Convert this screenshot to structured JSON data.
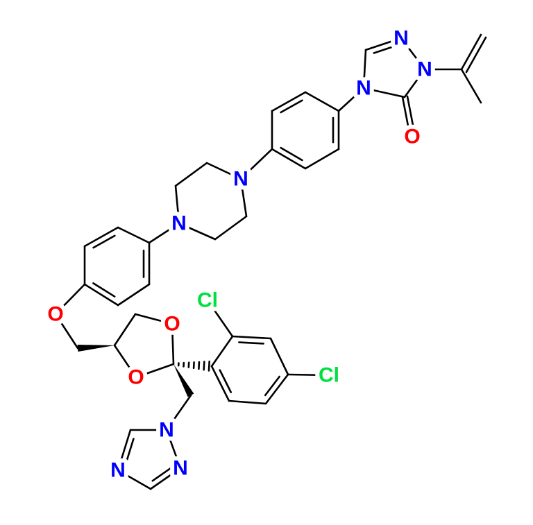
{
  "molecule": {
    "atoms": {
      "triazolone_n2": "N",
      "triazolone_n1": "N",
      "triazolone_n4": "N",
      "carbonyl_o": "O",
      "piperazine_n_top": "N",
      "piperazine_n_bottom": "N",
      "ether_o": "O",
      "dioxolane_o_top": "O",
      "dioxolane_o_bottom": "O",
      "cl_ortho": "Cl",
      "cl_para": "Cl",
      "triazole_n1": "N",
      "triazole_n2": "N",
      "triazole_n4": "N"
    },
    "colors": {
      "N": "#0000ff",
      "O": "#ff0000",
      "Cl": "#00e040"
    }
  }
}
